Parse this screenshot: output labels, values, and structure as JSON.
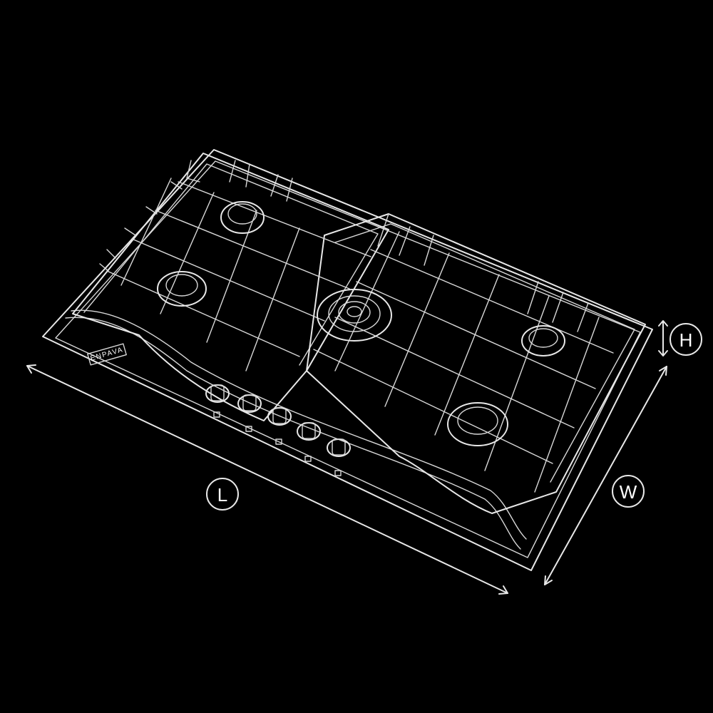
{
  "brand": "ENPAVA",
  "dimensions": {
    "length_label": "L",
    "width_label": "W",
    "height_label": "H"
  },
  "product": {
    "burner_count": 5,
    "knob_count": 5
  },
  "colors": {
    "background": "#000000",
    "line": "#e8e8e8"
  }
}
